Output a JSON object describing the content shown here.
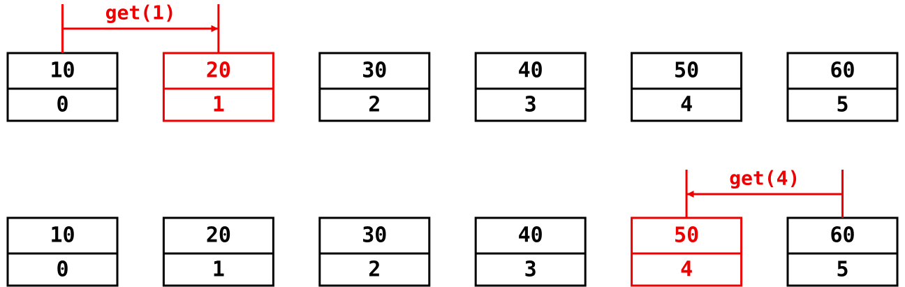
{
  "colors": {
    "default": "#000000",
    "highlight": "#ee0000"
  },
  "rows": [
    {
      "cells": [
        {
          "value": "10",
          "index": "0"
        },
        {
          "value": "20",
          "index": "1"
        },
        {
          "value": "30",
          "index": "2"
        },
        {
          "value": "40",
          "index": "3"
        },
        {
          "value": "50",
          "index": "4"
        },
        {
          "value": "60",
          "index": "5"
        }
      ],
      "operation": {
        "label": "get(1)",
        "from_cell": 0,
        "to_cell": 1
      },
      "highlighted_cell": 1
    },
    {
      "cells": [
        {
          "value": "10",
          "index": "0"
        },
        {
          "value": "20",
          "index": "1"
        },
        {
          "value": "30",
          "index": "2"
        },
        {
          "value": "40",
          "index": "3"
        },
        {
          "value": "50",
          "index": "4"
        },
        {
          "value": "60",
          "index": "5"
        }
      ],
      "operation": {
        "label": "get(4)",
        "from_cell": 5,
        "to_cell": 4
      },
      "highlighted_cell": 4
    }
  ]
}
